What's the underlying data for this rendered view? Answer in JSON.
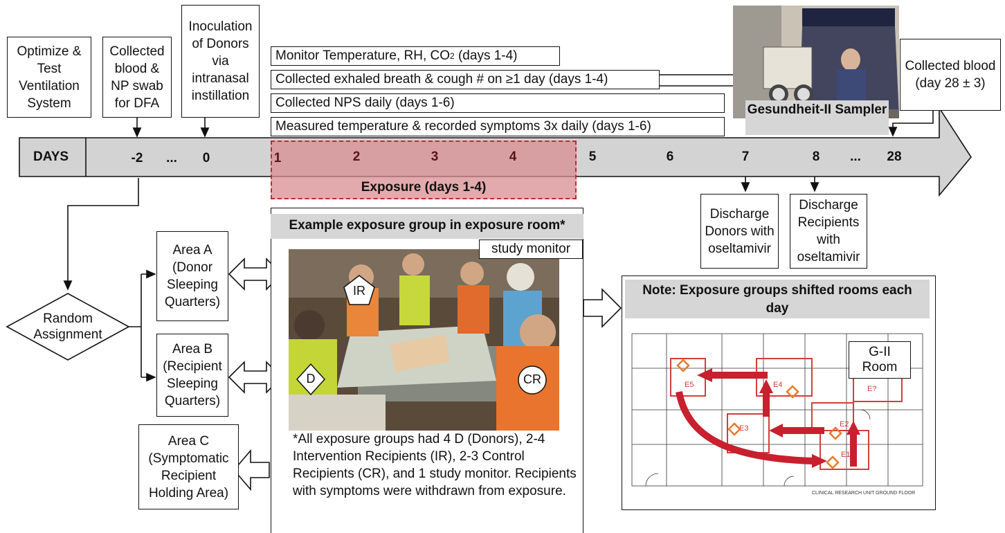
{
  "top_boxes": {
    "optimize": "Optimize & Test Ventilation System",
    "collected_blood_np": "Collected blood & NP swab for DFA",
    "inoculation": "Inoculation of Donors via intranasal instillation",
    "collected_blood_28": "Collected blood (day 28 ± 3)"
  },
  "monitor_bars": {
    "bar1_main": "Monitor Temperature, RH, CO",
    "bar1_sub": "2",
    "bar1_tail": " (days 1-4)",
    "bar2": "Collected exhaled breath & cough # on ≥1 day (days 1-4)",
    "bar3": "Collected NPS daily (days 1-6)",
    "bar4": "Measured temperature & recorded symptoms 3x daily (days 1-6)"
  },
  "sampler_label": "Gesundheit-II Sampler",
  "timeline": {
    "label": "DAYS",
    "ticks": [
      "-2",
      "...",
      "0",
      "1",
      "2",
      "3",
      "4",
      "5",
      "6",
      "7",
      "8",
      "...",
      "28"
    ],
    "exposure_label": "Exposure (days 1-4)"
  },
  "discharge": {
    "donors": "Discharge Donors with oseltamivir",
    "recipients": "Discharge Recipients with oseltamivir"
  },
  "random_assignment": "Random Assignment",
  "areas": {
    "a": "Area A (Donor Sleeping Quarters)",
    "b": "Area B (Recipient Sleeping Quarters)",
    "c": "Area C (Symptomatic Recipient Holding Area)"
  },
  "exposure_panel": {
    "header": "Example exposure group in exposure room*",
    "study_monitor": "study monitor",
    "markers": {
      "ir": "IR",
      "d": "D",
      "cr": "CR"
    },
    "footnote": "*All exposure groups had 4 D (Donors), 2-4 Intervention Recipients (IR), 2-3 Control Recipients (CR), and 1 study monitor. Recipients with symptoms were withdrawn from exposure."
  },
  "floorplan_panel": {
    "header": "Note: Exposure groups shifted rooms each day",
    "gii_room": "G-II Room",
    "plan_caption": "CLINICAL RESEARCH UNIT GROUND FLOOR",
    "room_labels": [
      "E5",
      "E4",
      "E?",
      "E3",
      "E2",
      "E1"
    ]
  },
  "colors": {
    "timeline_fill": "#d3d3d3",
    "exposure_fill": "#d98e92",
    "exposure_border": "#c0282d",
    "header_grey": "#d6d6d6",
    "plan_arrow": "#c8202e",
    "plan_walls": "#d53c3c",
    "plan_marker": "#e8792a"
  }
}
